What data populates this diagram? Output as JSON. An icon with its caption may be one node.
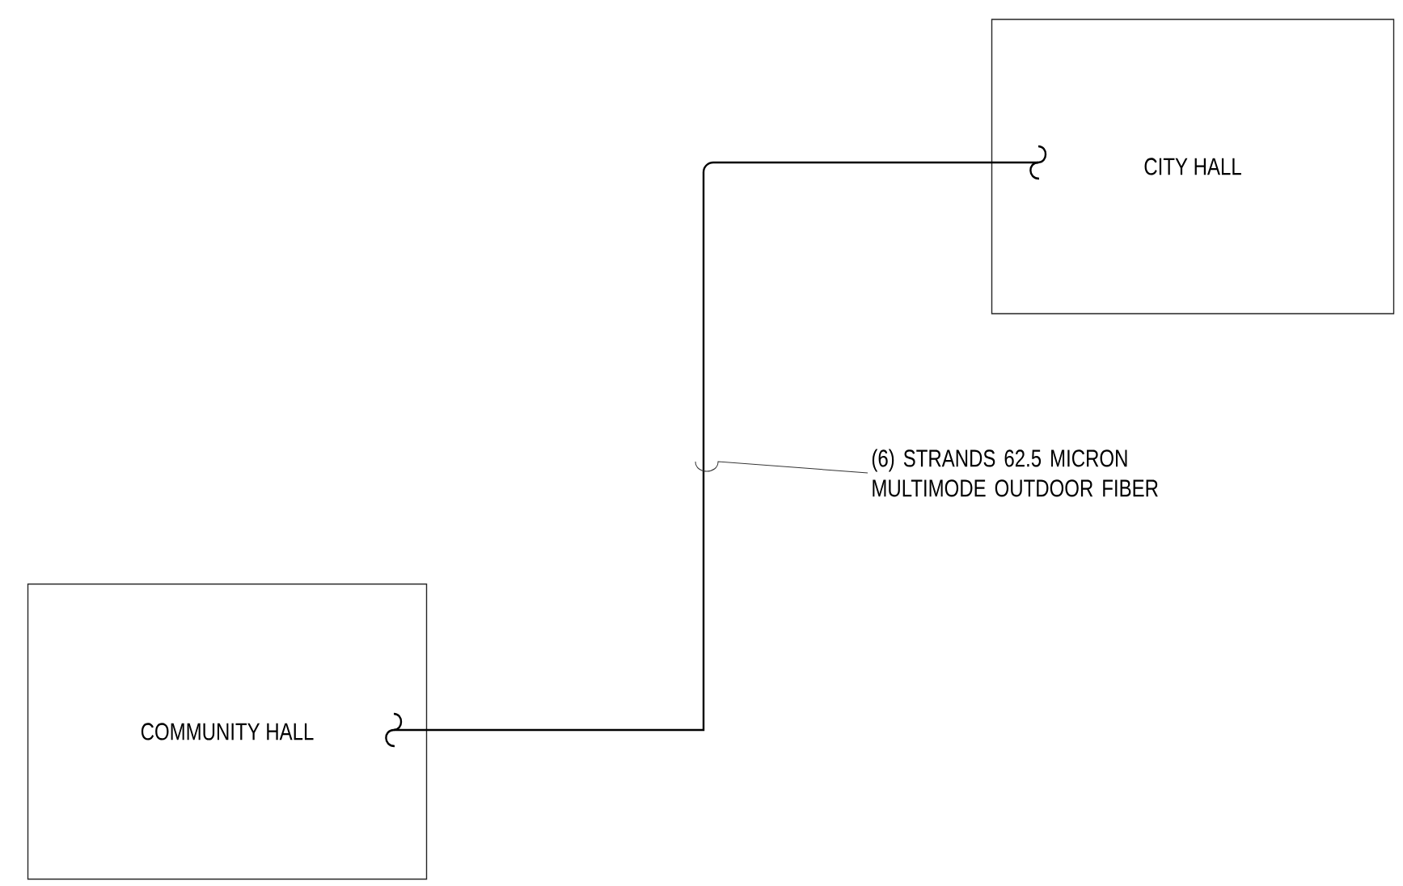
{
  "diagram": {
    "nodes": [
      {
        "text": [
          "CITY HALL"
        ]
      },
      {
        "text": [
          "COMMUNITY HALL"
        ]
      },
      {
        "text": [
          "(6) STRANDS 62.5 MICRON MULTIMODE OUTDOOR FIBER"
        ]
      }
    ],
    "edges": [
      {
        "from": 1,
        "to": 0,
        "arrow": "none"
      },
      {
        "from": 2,
        "to": null,
        "arrow": "none"
      }
    ]
  }
}
